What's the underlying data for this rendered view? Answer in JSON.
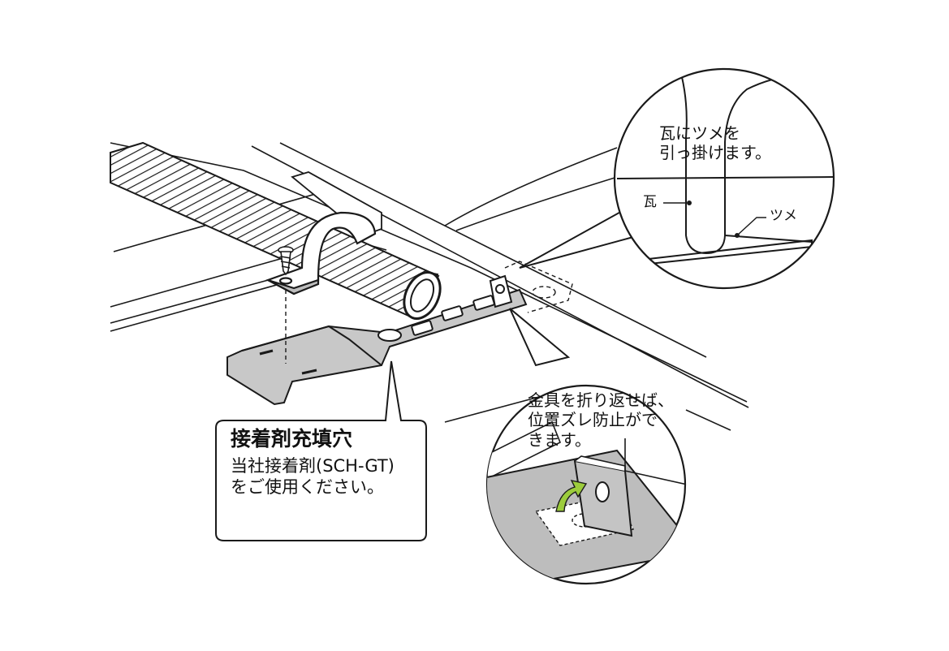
{
  "callout_adhesive": {
    "title": "接着剤充填穴",
    "body": "当社接着剤(SCH-GT)\nをご使用ください。"
  },
  "zoom_tile": {
    "text": "瓦にツメを\n引っ掛けます。",
    "label_tile": "瓦",
    "label_claw": "ツメ"
  },
  "zoom_fold": {
    "text": "金具を折り返せば、\n位置ズレ防止がで\nきます。"
  },
  "colors": {
    "line": "#1a1a1a",
    "metal_fill": "#bdbdbd",
    "arrow_fill": "#9ccc3c",
    "background": "#ffffff"
  }
}
